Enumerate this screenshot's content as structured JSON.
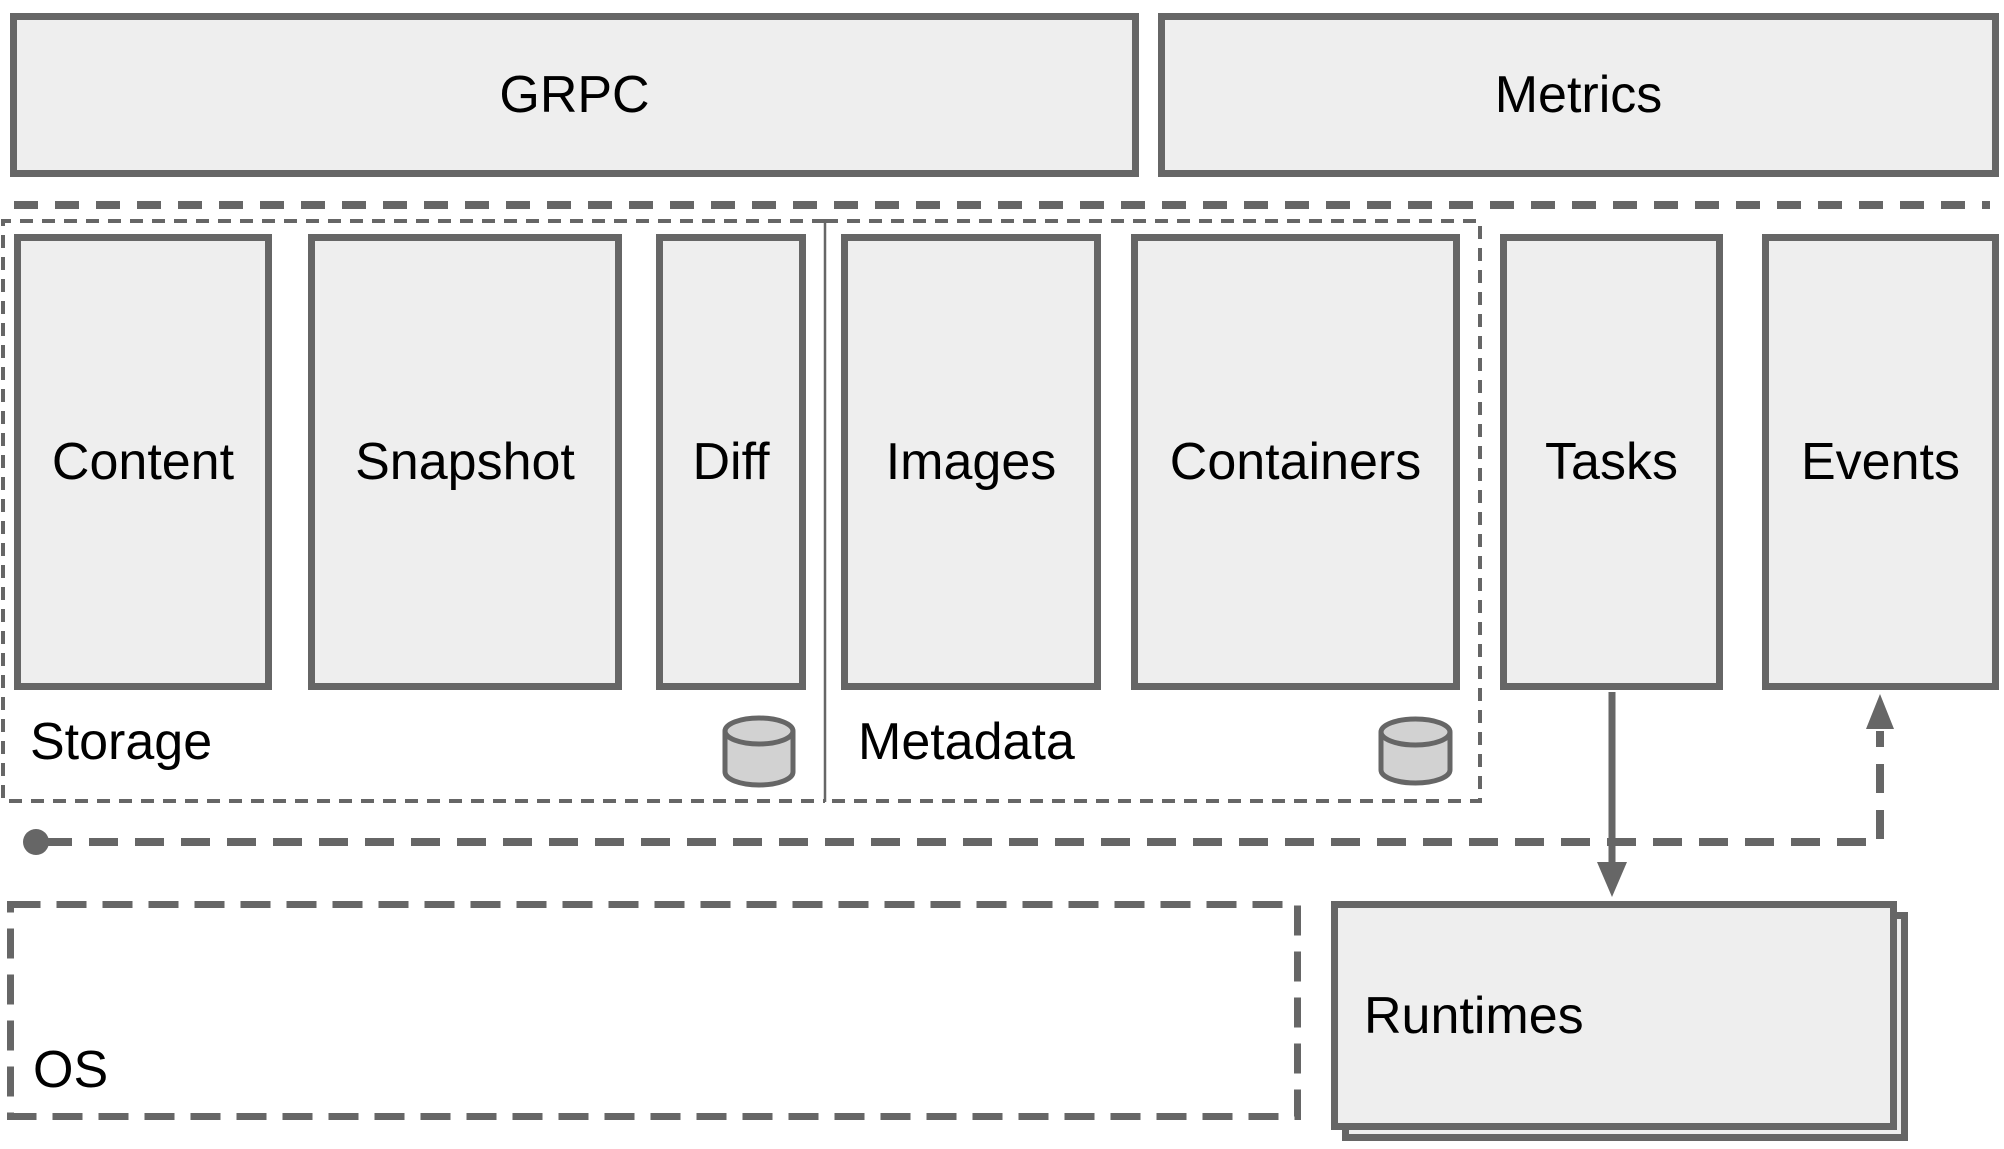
{
  "api": {
    "grpc": "GRPC",
    "metrics": "Metrics"
  },
  "services": {
    "content": "Content",
    "snapshot": "Snapshot",
    "diff": "Diff",
    "images": "Images",
    "containers": "Containers",
    "tasks": "Tasks",
    "events": "Events"
  },
  "groups": {
    "storage": "Storage",
    "metadata": "Metadata"
  },
  "platform": {
    "os": "OS",
    "runtimes": "Runtimes"
  },
  "icons": {
    "storage_store": "database-icon",
    "metadata_store": "database-icon"
  },
  "colors": {
    "stroke": "#666666",
    "box_fill": "#eeeeee",
    "cylinder_fill": "#d2d2d2",
    "label": "#000000",
    "background": "#ffffff"
  }
}
